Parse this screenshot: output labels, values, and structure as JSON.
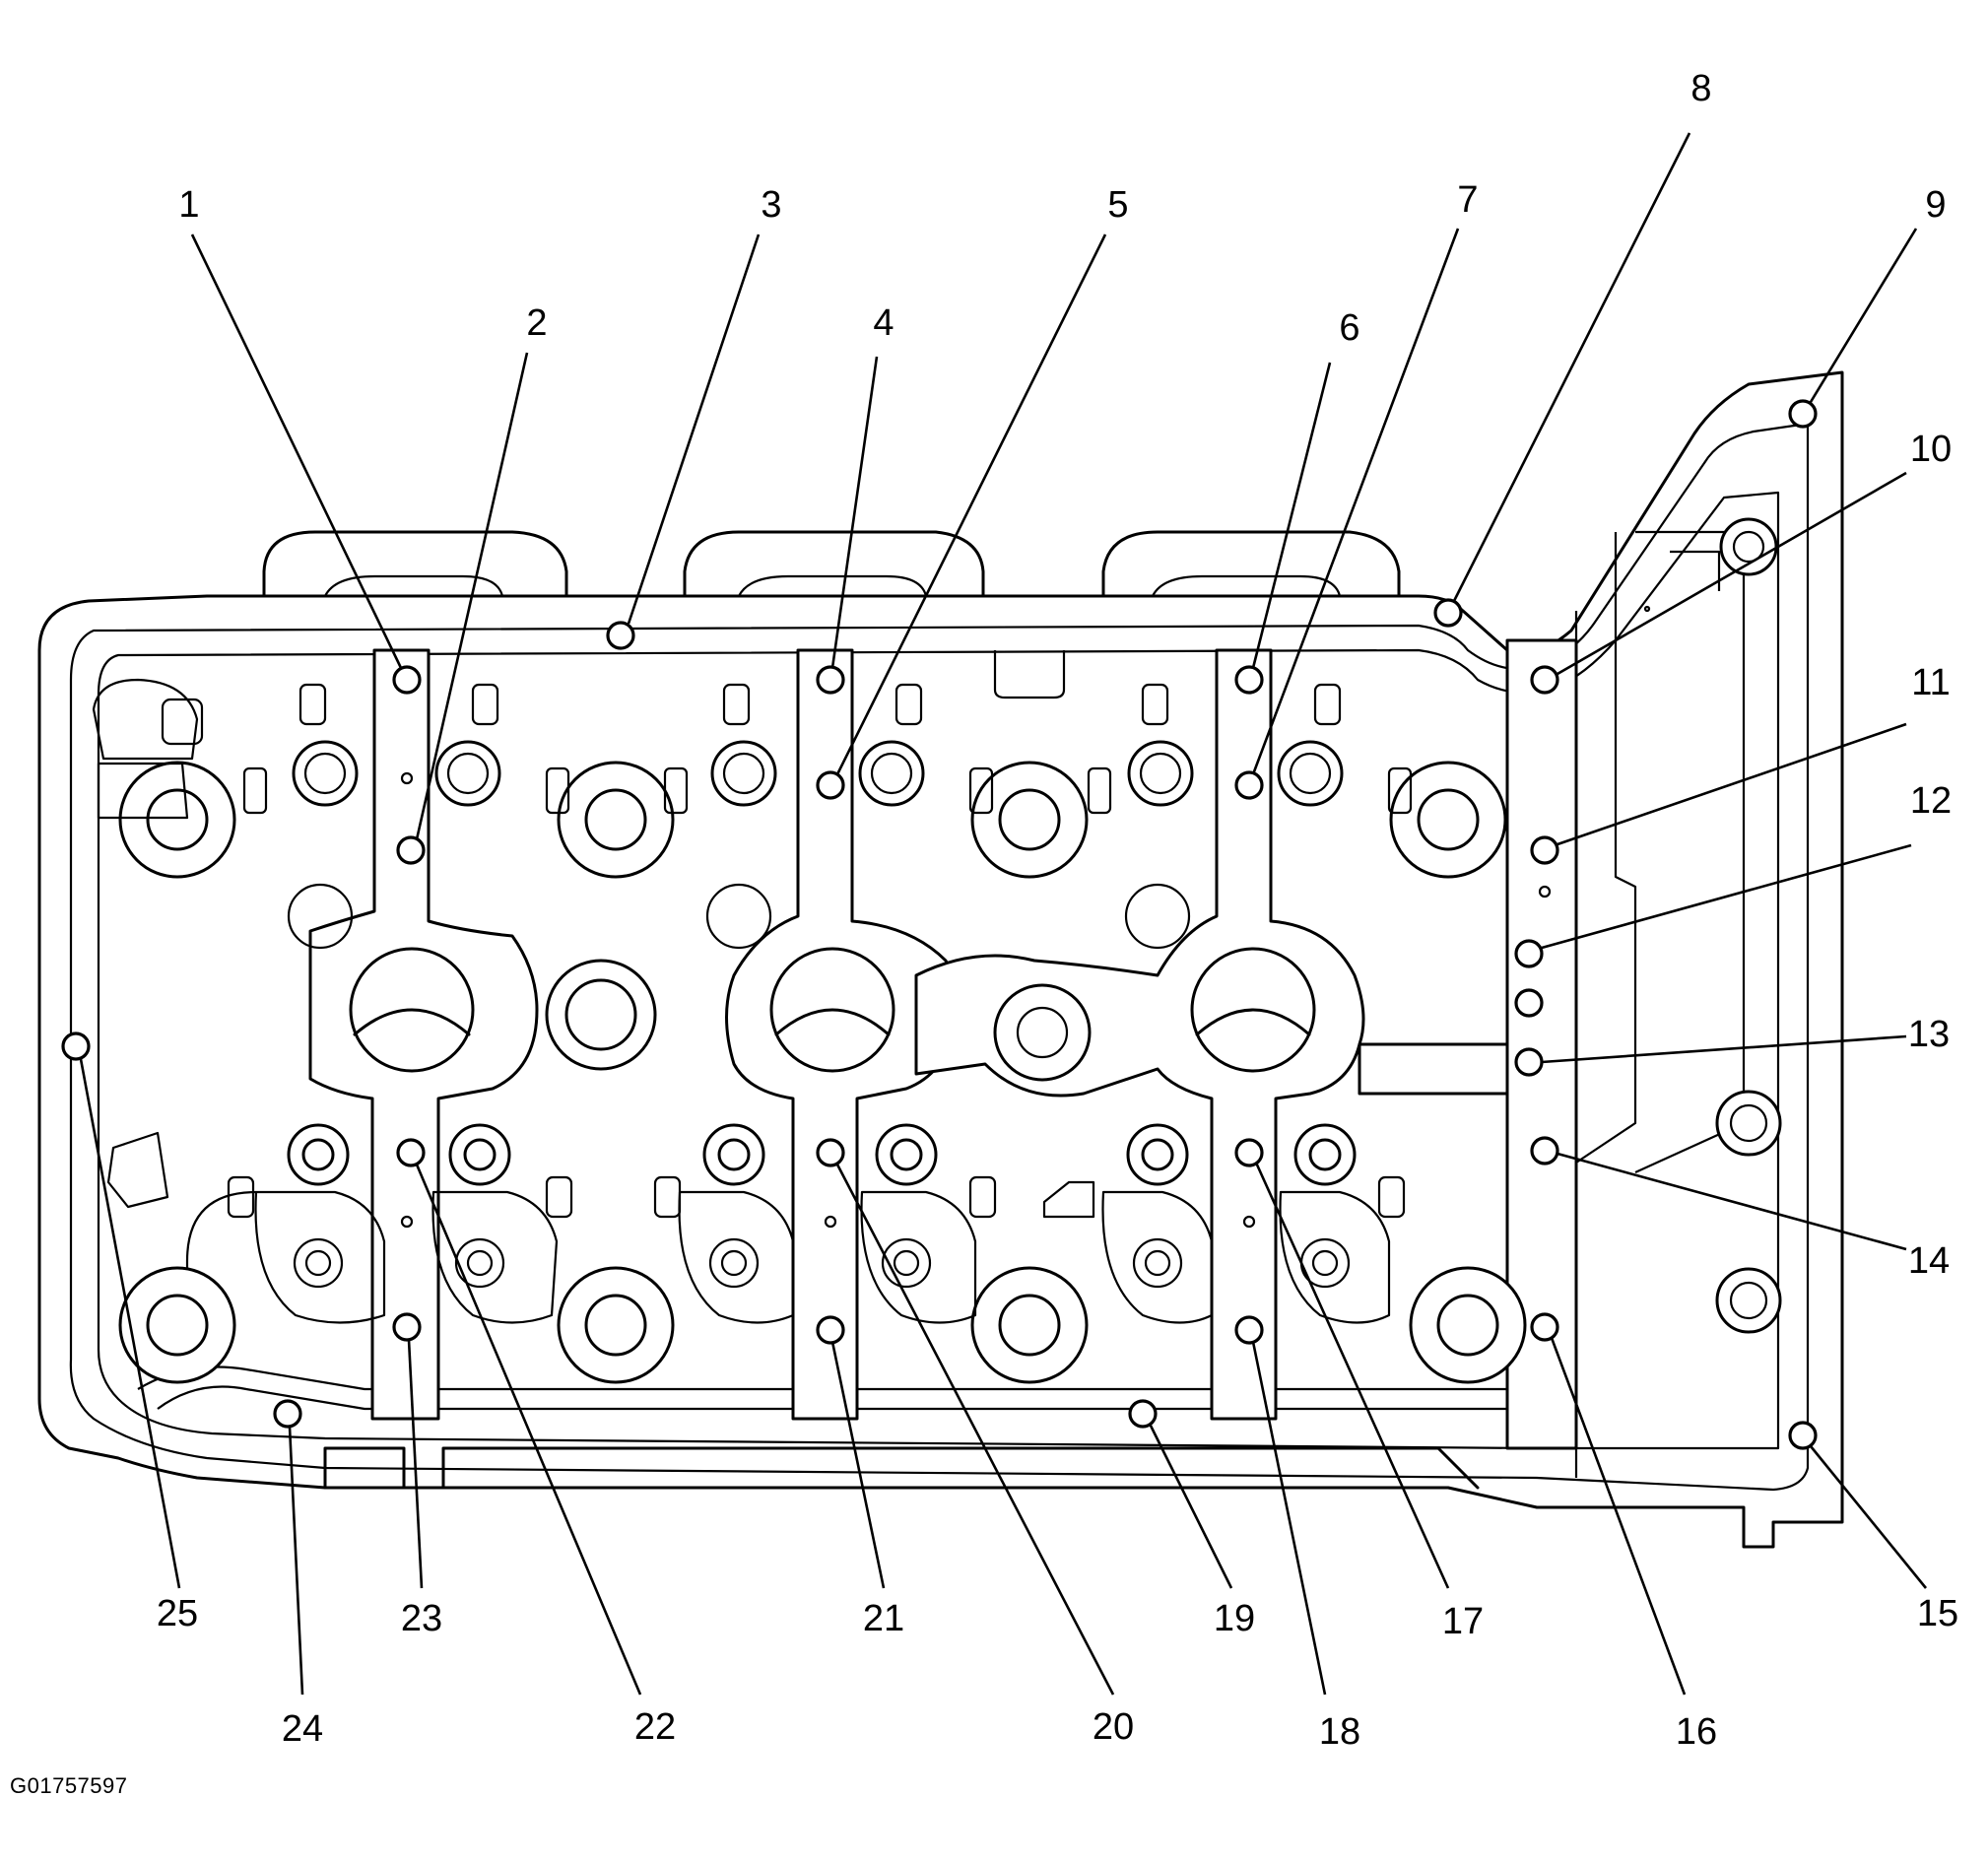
{
  "figure_id": "G01757597",
  "callouts": [
    "1",
    "2",
    "3",
    "4",
    "5",
    "6",
    "7",
    "8",
    "9",
    "10",
    "11",
    "12",
    "13",
    "14",
    "15",
    "16",
    "17",
    "18",
    "19",
    "20",
    "21",
    "22",
    "23",
    "24",
    "25"
  ],
  "colors": {
    "line": "#000000",
    "background": "#ffffff"
  }
}
